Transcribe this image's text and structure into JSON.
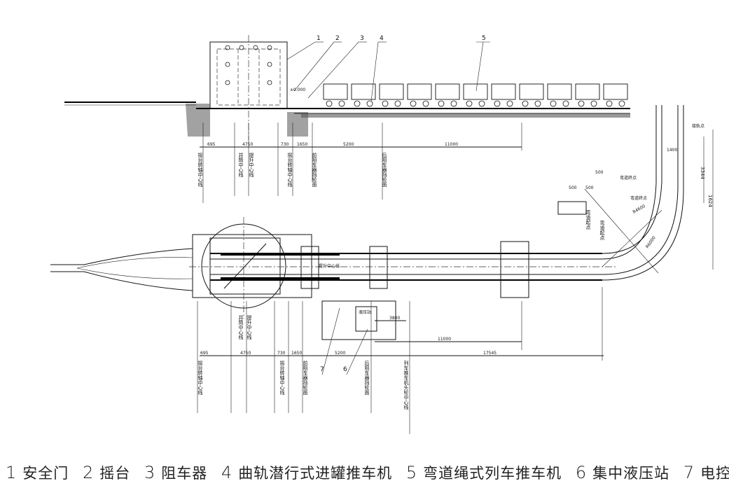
{
  "callouts": [
    "1",
    "2",
    "3",
    "4",
    "5"
  ],
  "elevation_mark": "±0.000",
  "top_dims": [
    "695",
    "4750",
    "730",
    "1650",
    "5200",
    "11000"
  ],
  "top_labels": [
    "摇台转轴中心线",
    "井筒中心线",
    "提升中心线",
    "摇台转轴中心线",
    "前阻车器挡轮面",
    "后阻车器挡轮面"
  ],
  "plan_dims": [
    "695",
    "4750",
    "730",
    "1650",
    "5200",
    "11000",
    "3800",
    "17545"
  ],
  "plan_labels": [
    "摇台转轴中心线",
    "井筒中心线",
    "提升中心线",
    "摇台转轴中心线",
    "前阻车器挡轮面",
    "后阻车器挡轮面",
    "列车推车机头轮中心线"
  ],
  "curve_labels": [
    "弯道终点",
    "弯道终点",
    "弯道起点",
    "弯道起点",
    "接轨点"
  ],
  "curve_dims": [
    "500",
    "500",
    "500",
    "1400",
    "3344",
    "1624"
  ],
  "radius_labels": [
    "R4600",
    "R6000"
  ],
  "center_line_label": "提升中心线",
  "station_label": "液压站",
  "plan_callouts": [
    "7",
    "6"
  ],
  "legend": [
    {
      "num": "1",
      "text": "安全门"
    },
    {
      "num": "2",
      "text": "摇台"
    },
    {
      "num": "3",
      "text": "阻车器"
    },
    {
      "num": "4",
      "text": "曲轨潜行式进罐推车机"
    },
    {
      "num": "5",
      "text": "弯道绳式列车推车机"
    },
    {
      "num": "6",
      "text": "集中液压站"
    },
    {
      "num": "7",
      "text": "电控装置"
    }
  ]
}
